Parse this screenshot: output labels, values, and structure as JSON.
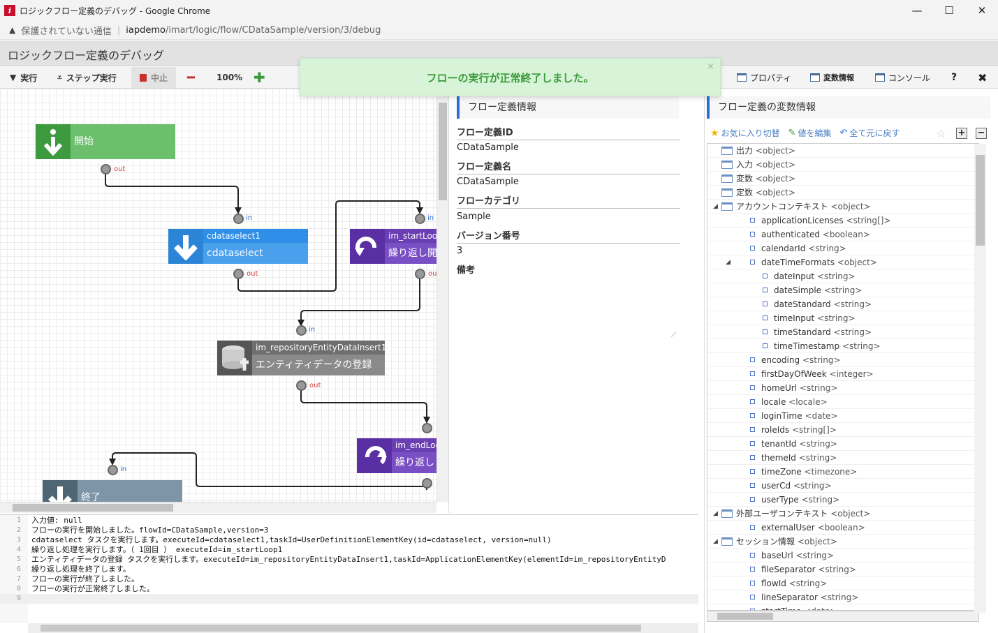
{
  "window": {
    "title": "ロジックフロー定義のデバッグ - Google Chrome",
    "insecure_label": "保護されていない通信",
    "url_host": "iapdemo",
    "url_path": "/imart/logic/flow/CDataSample/version/3/debug"
  },
  "page": {
    "title": "ロジックフロー定義のデバッグ"
  },
  "toolbar": {
    "run": "実行",
    "step": "ステップ実行",
    "stop": "中止",
    "zoom": "100%"
  },
  "toast": {
    "message": "フローの実行が正常終了しました。",
    "close": "×"
  },
  "right_tabs": {
    "properties": "プロパティ",
    "variables": "変数情報",
    "console": "コンソール",
    "help": "?",
    "close": "✖"
  },
  "flow": {
    "start": "開始",
    "node1": {
      "id": "cdataselect1",
      "name": "cdataselect"
    },
    "node2": {
      "id": "im_startLoop",
      "name": "繰り返し開"
    },
    "node3": {
      "id": "im_repositoryEntityDataInsert1",
      "name": "エンティティデータの登録"
    },
    "node4": {
      "id": "im_endLoo",
      "name": "繰り返し"
    },
    "end": "終了",
    "in": "in",
    "out": "out"
  },
  "info": {
    "title": "フロー定義情報",
    "fields": [
      {
        "label": "フロー定義ID",
        "value": "CDataSample"
      },
      {
        "label": "フロー定義名",
        "value": "CDataSample"
      },
      {
        "label": "フローカテゴリ",
        "value": "Sample"
      },
      {
        "label": "バージョン番号",
        "value": "3"
      },
      {
        "label": "備考",
        "value": ""
      }
    ]
  },
  "variables": {
    "title": "フロー定義の変数情報",
    "tools": {
      "favorite": "お気に入り切替",
      "edit": "値を編集",
      "reset": "全て元に戻す"
    },
    "rows": [
      {
        "label": "出力",
        "type": "<object>"
      },
      {
        "label": "入力",
        "type": "<object>"
      },
      {
        "label": "変数",
        "type": "<object>"
      },
      {
        "label": "定数",
        "type": "<object>"
      },
      {
        "label": "アカウントコンテキスト",
        "type": "<object>"
      },
      {
        "label": "applicationLicenses",
        "type": "<string[]>"
      },
      {
        "label": "authenticated",
        "type": "<boolean>"
      },
      {
        "label": "calendarId",
        "type": "<string>"
      },
      {
        "label": "dateTimeFormats",
        "type": "<object>"
      },
      {
        "label": "dateInput",
        "type": "<string>"
      },
      {
        "label": "dateSimple",
        "type": "<string>"
      },
      {
        "label": "dateStandard",
        "type": "<string>"
      },
      {
        "label": "timeInput",
        "type": "<string>"
      },
      {
        "label": "timeStandard",
        "type": "<string>"
      },
      {
        "label": "timeTimestamp",
        "type": "<string>"
      },
      {
        "label": "encoding",
        "type": "<string>"
      },
      {
        "label": "firstDayOfWeek",
        "type": "<integer>"
      },
      {
        "label": "homeUrl",
        "type": "<string>"
      },
      {
        "label": "locale",
        "type": "<locale>"
      },
      {
        "label": "loginTime",
        "type": "<date>"
      },
      {
        "label": "roleIds",
        "type": "<string[]>"
      },
      {
        "label": "tenantId",
        "type": "<string>"
      },
      {
        "label": "themeId",
        "type": "<string>"
      },
      {
        "label": "timeZone",
        "type": "<timezone>"
      },
      {
        "label": "userCd",
        "type": "<string>"
      },
      {
        "label": "userType",
        "type": "<string>"
      },
      {
        "label": "外部ユーザコンテキスト",
        "type": "<object>"
      },
      {
        "label": "externalUser",
        "type": "<boolean>"
      },
      {
        "label": "セッション情報",
        "type": "<object>"
      },
      {
        "label": "baseUrl",
        "type": "<string>"
      },
      {
        "label": "fileSeparator",
        "type": "<string>"
      },
      {
        "label": "flowId",
        "type": "<string>"
      },
      {
        "label": "lineSeparator",
        "type": "<string>"
      },
      {
        "label": "startTime",
        "type": "<date>"
      }
    ]
  },
  "console": {
    "lines": [
      {
        "n": "1",
        "text": "入力値: null"
      },
      {
        "n": "2",
        "text": "フローの実行を開始しました。flowId=CDataSample,version=3"
      },
      {
        "n": "3",
        "text": "cdataselect タスクを実行します。executeId=cdataselect1,taskId=UserDefinitionElementKey(id=cdataselect, version=null)"
      },
      {
        "n": "4",
        "text": "繰り返し処理を実行します。（ 1回目 ） executeId=im_startLoop1"
      },
      {
        "n": "5",
        "text": "エンティティデータの登録 タスクを実行します。executeId=im_repositoryEntityDataInsert1,taskId=ApplicationElementKey(elementId=im_repositoryEntityD"
      },
      {
        "n": "6",
        "text": "繰り返し処理を終了します。"
      },
      {
        "n": "7",
        "text": "フローの実行が終了しました。"
      },
      {
        "n": "8",
        "text": "フローの実行が正常終了しました。"
      },
      {
        "n": "9",
        "text": ""
      }
    ]
  }
}
